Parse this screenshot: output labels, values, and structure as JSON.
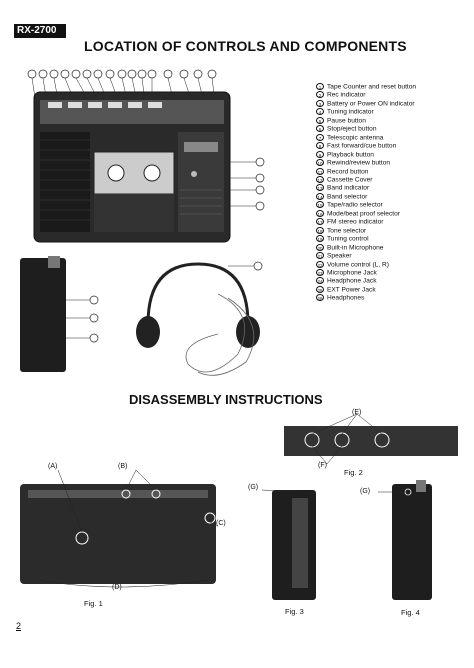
{
  "header": {
    "model": "RX-2700",
    "title": "LOCATION OF CONTROLS AND COMPONENTS"
  },
  "legend": [
    {
      "n": "1",
      "label": "Tape Counter and reset button"
    },
    {
      "n": "2",
      "label": "Rec indicator"
    },
    {
      "n": "3",
      "label": "Battery or Power ON indicator"
    },
    {
      "n": "4",
      "label": "Tuning indicator"
    },
    {
      "n": "5",
      "label": "Pause button"
    },
    {
      "n": "6",
      "label": "Stop/eject button"
    },
    {
      "n": "7",
      "label": "Telescopic antenna"
    },
    {
      "n": "8",
      "label": "Fast forward/cue button"
    },
    {
      "n": "9",
      "label": "Playback button"
    },
    {
      "n": "10",
      "label": "Rewind/review button"
    },
    {
      "n": "11",
      "label": "Record button"
    },
    {
      "n": "12",
      "label": "Cassette Cover"
    },
    {
      "n": "13",
      "label": "Band indicator"
    },
    {
      "n": "14",
      "label": "Band selector"
    },
    {
      "n": "15",
      "label": "Tape/radio selector"
    },
    {
      "n": "16",
      "label": "Mode/beat proof selector"
    },
    {
      "n": "17",
      "label": "FM stereo indicator"
    },
    {
      "n": "18",
      "label": "Tone selector"
    },
    {
      "n": "19",
      "label": "Tuning control"
    },
    {
      "n": "20",
      "label": "Built-in Microphone"
    },
    {
      "n": "21",
      "label": "Speaker"
    },
    {
      "n": "22",
      "label": "Volume control (L, R)"
    },
    {
      "n": "23",
      "label": "Microphone Jack"
    },
    {
      "n": "24",
      "label": "Headphone Jack"
    },
    {
      "n": "25",
      "label": "EXT Power Jack"
    },
    {
      "n": "26",
      "label": "Headphones"
    }
  ],
  "disassembly": {
    "title": "DISASSEMBLY INSTRUCTIONS",
    "fig1": {
      "caption": "Fig. 1",
      "labels": {
        "a": "(A)",
        "b": "(B)",
        "c": "(C)",
        "d": "(D)"
      }
    },
    "fig2": {
      "caption": "Fig. 2",
      "labels": {
        "e": "(E)",
        "f": "(F)"
      }
    },
    "fig3": {
      "caption": "Fig. 3",
      "labels": {
        "g": "(G)"
      }
    },
    "fig4": {
      "caption": "Fig. 4",
      "labels": {
        "g": "(G)"
      }
    }
  },
  "footer": {
    "page_number": "2"
  }
}
